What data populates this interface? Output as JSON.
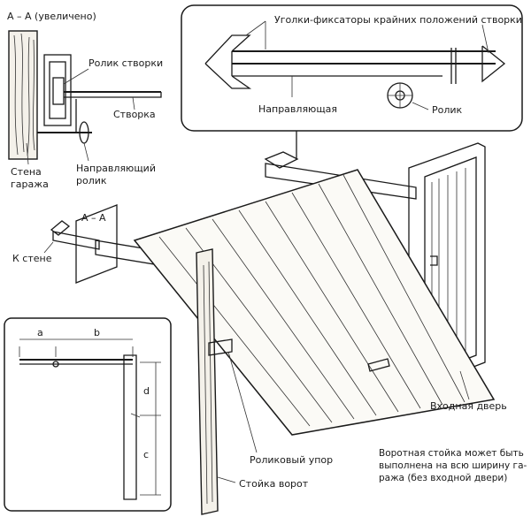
{
  "section_title": "А – А (увеличено)",
  "section_tag": "А – А",
  "labels": {
    "roller_leaf": "Ролик створки",
    "leaf": "Створка",
    "garage_wall_1": "Стена",
    "garage_wall_2": "гаража",
    "guide_roller_1": "Направляющий",
    "guide_roller_2": "ролик",
    "corner_stops": "Уголки-фиксаторы крайних положений створки",
    "guide": "Направляющая",
    "roller": "Ролик",
    "to_wall": "К стене",
    "entry_door": "Входная дверь",
    "roller_stop": "Роликовый упор",
    "gate_post": "Стойка ворот",
    "note_1": "Воротная стойка может быть",
    "note_2": "выполнена на всю ширину га-",
    "note_3": "ража (без входной двери)"
  },
  "dimensions": {
    "a": "a",
    "b": "b",
    "c": "c",
    "d": "d"
  }
}
